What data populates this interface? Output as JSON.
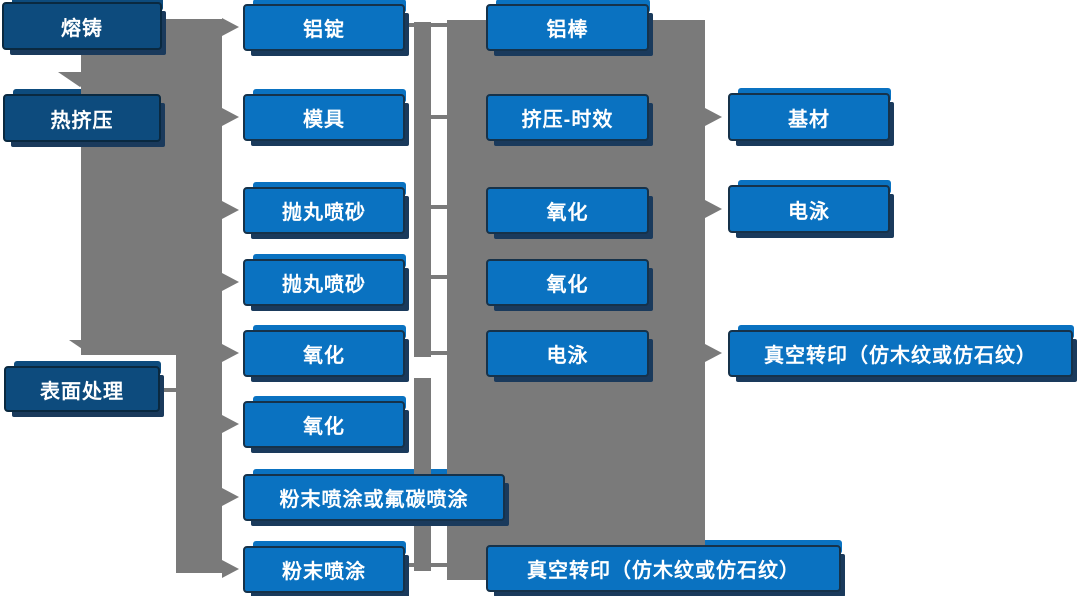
{
  "diagram": {
    "description_type": "process-flowchart",
    "language": "zh-CN"
  },
  "colors": {
    "box_blue": "#0a72c1",
    "box_navy": "#0d4b7d",
    "border_dark": "#16324a",
    "border_darker": "#0a2940",
    "shadow_navy": "#1a3a5c",
    "connector_gray": "#7a7a7a",
    "text_white": "#ffffff"
  },
  "nodes": {
    "melting_casting": {
      "label": "熔铸"
    },
    "hot_extrusion": {
      "label": "热挤压"
    },
    "surface_treatment": {
      "label": "表面处理"
    },
    "aluminum_ingot": {
      "label": "铝锭"
    },
    "mold": {
      "label": "模具"
    },
    "shot_blasting_1": {
      "label": "抛丸喷砂"
    },
    "shot_blasting_2": {
      "label": "抛丸喷砂"
    },
    "oxidation_1": {
      "label": "氧化"
    },
    "oxidation_2": {
      "label": "氧化"
    },
    "powder_fluorocarbon": {
      "label": "粉末喷涂或氟碳喷涂"
    },
    "powder_coating": {
      "label": "粉末喷涂"
    },
    "aluminum_rod": {
      "label": "铝棒"
    },
    "extrusion_aging": {
      "label": "挤压-时效"
    },
    "oxidation_3": {
      "label": "氧化"
    },
    "oxidation_4": {
      "label": "氧化"
    },
    "electrophoresis_1": {
      "label": "电泳"
    },
    "vacuum_transfer_bottom": {
      "label": "真空转印（仿木纹或仿石纹）"
    },
    "base_material": {
      "label": "基材"
    },
    "electrophoresis_2": {
      "label": "电泳"
    },
    "vacuum_transfer_right": {
      "label": "真空转印（仿木纹或仿石纹）"
    }
  }
}
